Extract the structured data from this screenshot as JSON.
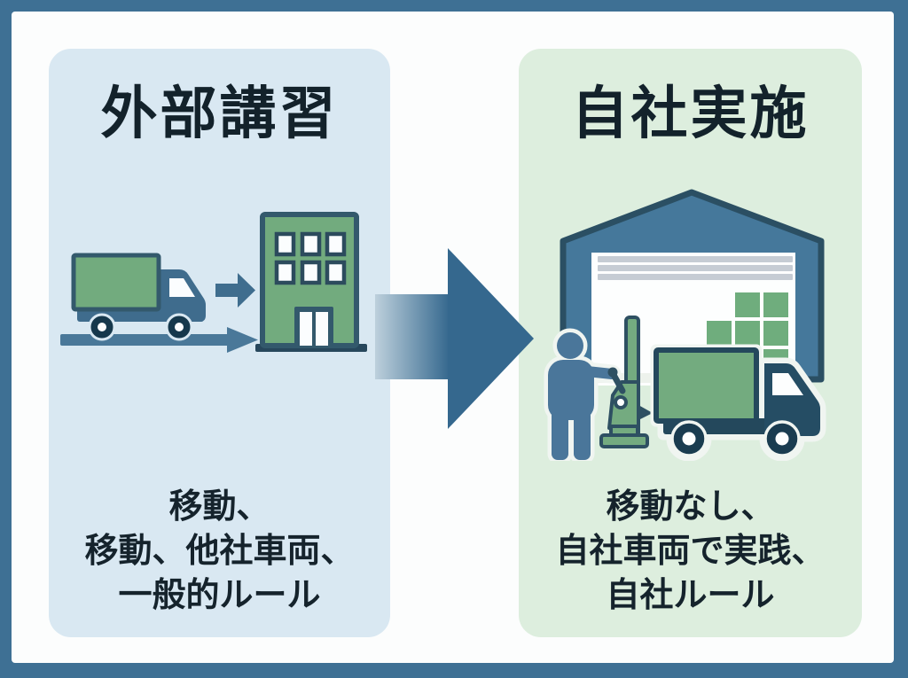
{
  "diagram": {
    "left_panel": {
      "title": "外部講習",
      "caption_lines": [
        "移動、",
        "移動、他社車両、",
        "一般的ルール"
      ],
      "bg_color": "#d9e8f2",
      "icons": [
        "truck-icon",
        "move-arrow-icon",
        "office-building-icon",
        "travel-arrow-icon"
      ]
    },
    "right_panel": {
      "title": "自社実施",
      "caption_lines": [
        "移動なし、",
        "自社車両で実践、",
        "自社ルール"
      ],
      "bg_color": "#ddeede",
      "icons": [
        "warehouse-icon",
        "worker-icon",
        "lift-jack-icon",
        "crates-icon",
        "company-truck-icon"
      ]
    },
    "transition": {
      "icon": "big-right-arrow-icon"
    }
  },
  "colors": {
    "frame_border": "#3e7094",
    "canvas": "#fcfdfd",
    "title_text": "#13222b",
    "caption_text": "#15232c",
    "green_fill": "#72ab7e",
    "crate_green": "#6fad7d",
    "slate_blue": "#45789b",
    "person_blue": "#4a769a",
    "dark_outline": "#2b4f63",
    "truck_cab_dark": "#254d64",
    "wheel_dark": "#1a3c50",
    "arrow_blue": "#35688e",
    "arrow_tail_light": "#bdd0dc",
    "garage_stripe_gray": "#c6ccd4"
  }
}
